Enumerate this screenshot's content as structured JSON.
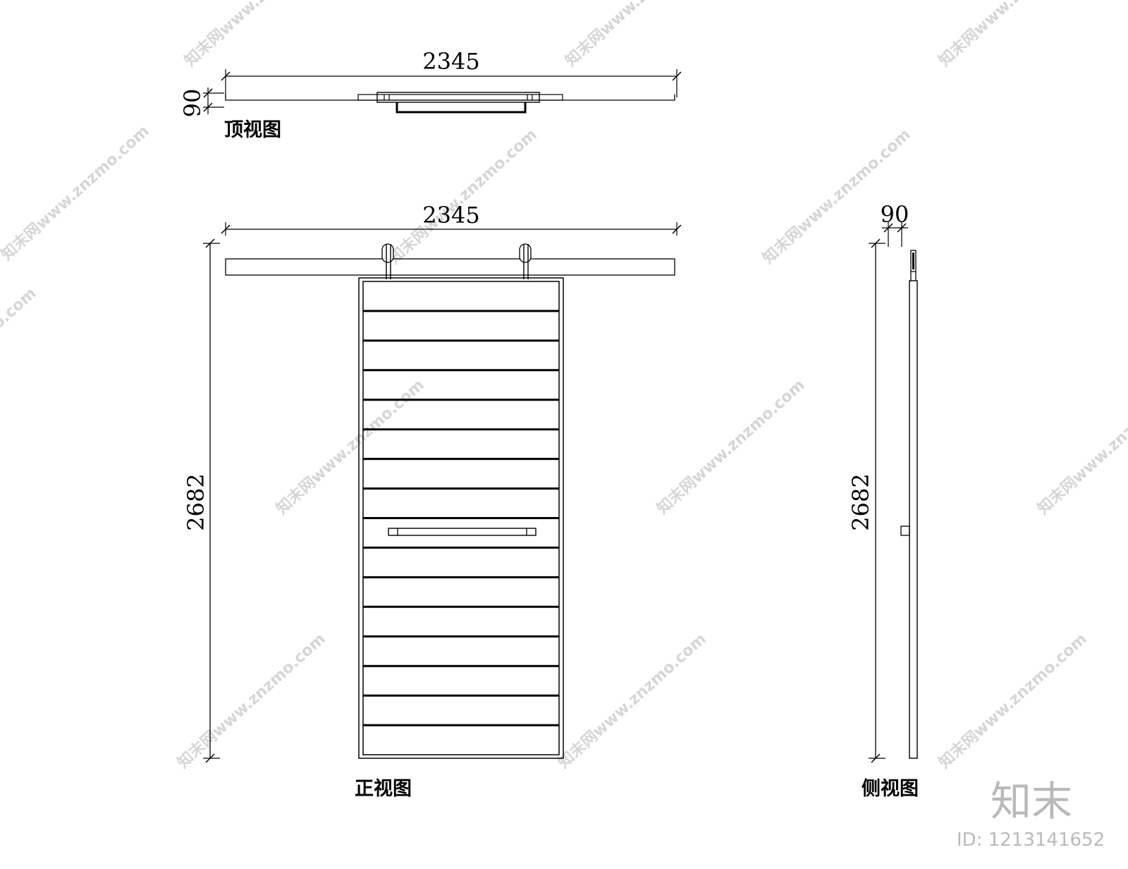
{
  "drawing": {
    "top_view": {
      "caption": "顶视图",
      "width_dim": "2345",
      "depth_dim": "90"
    },
    "front_view": {
      "caption": "正视图",
      "width_dim": "2345",
      "height_dim": "2682",
      "plank_count": 16
    },
    "side_view": {
      "caption": "侧视图",
      "depth_dim": "90",
      "height_dim": "2682"
    }
  },
  "watermark": {
    "text": "知末网www.znzmo.com",
    "brand": "知末",
    "id_label": "ID: 1213141652"
  }
}
